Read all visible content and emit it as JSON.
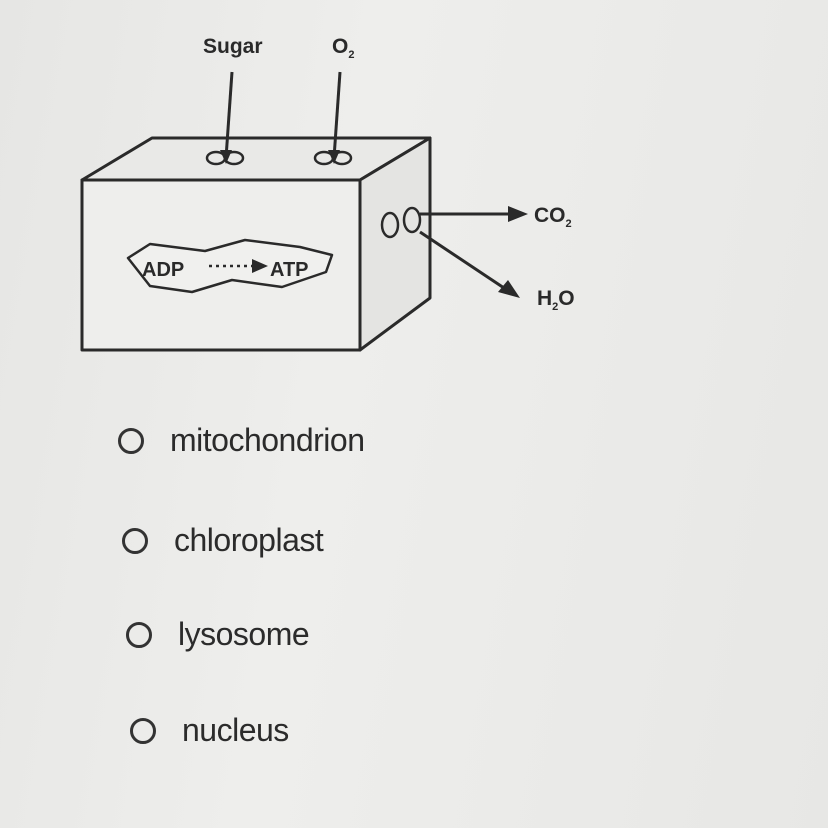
{
  "diagram": {
    "inputs": {
      "sugar": "Sugar",
      "o2": "O",
      "o2_sub": "2"
    },
    "reaction": {
      "adp": "ADP",
      "atp": "ATP"
    },
    "outputs": {
      "co2": "CO",
      "co2_sub": "2",
      "h2o_h": "H",
      "h2o_sub": "2",
      "h2o_o": "O"
    }
  },
  "question": {
    "options": [
      {
        "label": "mitochondrion"
      },
      {
        "label": "chloroplast"
      },
      {
        "label": "lysosome"
      },
      {
        "label": "nucleus"
      }
    ]
  }
}
